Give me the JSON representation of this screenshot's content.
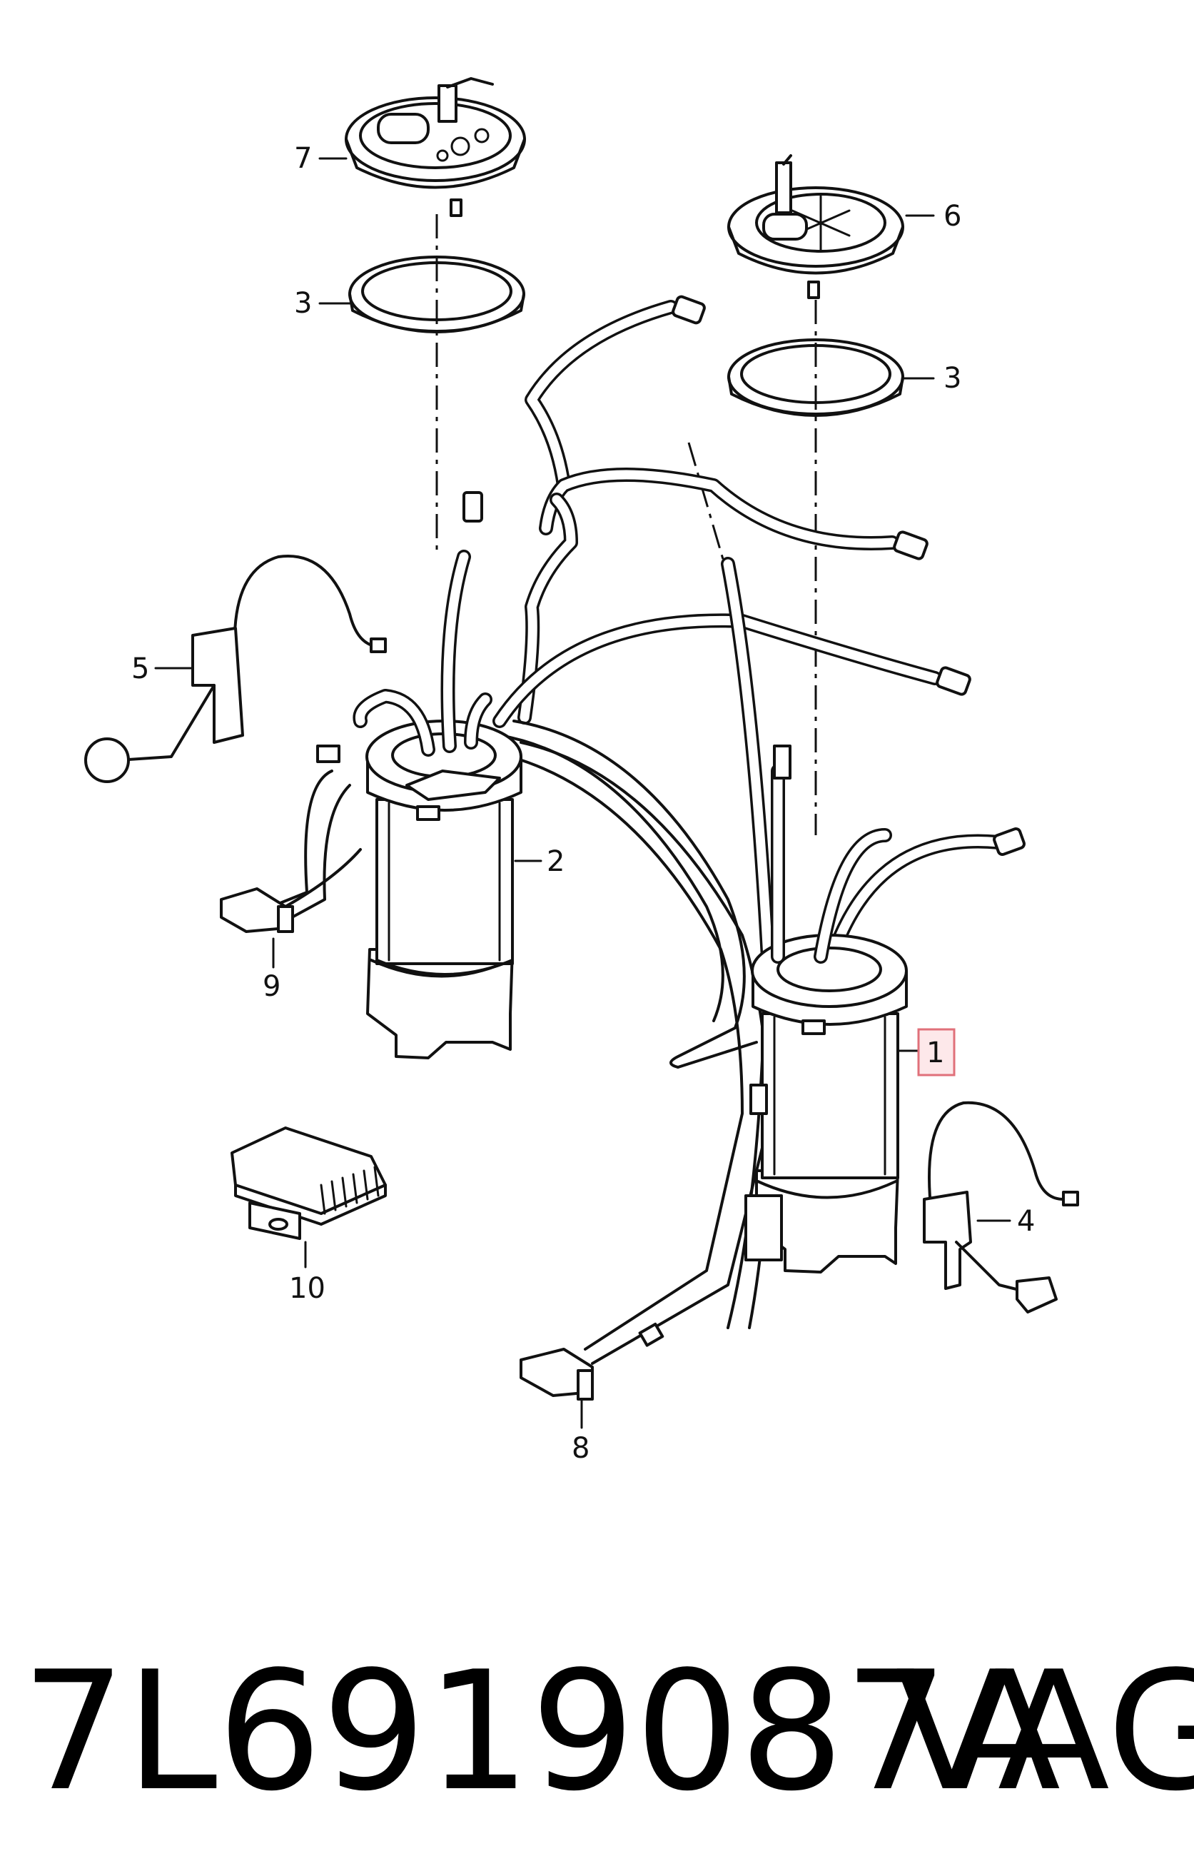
{
  "callouts": {
    "c1": "1",
    "c2": "2",
    "c3a": "3",
    "c3b": "3",
    "c4": "4",
    "c5": "5",
    "c6": "6",
    "c7": "7",
    "c8": "8",
    "c9": "9",
    "c10": "10"
  },
  "highlight_color": "#e0707a",
  "footer": {
    "part_number": "7L6919087A",
    "brand": "VAG"
  }
}
